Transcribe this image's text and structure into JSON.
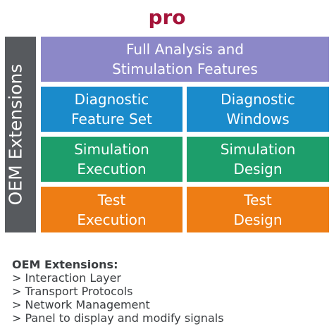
{
  "title": "pro",
  "sidebar_label": "OEM Extensions",
  "colors": {
    "title": "#a5143a",
    "sidebar": "#575a5e",
    "analysis": "#8c88c8",
    "diagnostic": "#1a8bcb",
    "simulation": "#1d9e6b",
    "test": "#ee7d14",
    "text_dark": "#3a3d40"
  },
  "blocks": {
    "top": "Full Analysis and\nStimulation Features",
    "diag_left": "Diagnostic\nFeature Set",
    "diag_right": "Diagnostic\nWindows",
    "sim_left": "Simulation\nExecution",
    "sim_right": "Simulation\nDesign",
    "test_left": "Test\nExecution",
    "test_right": "Test\nDesign"
  },
  "notes": {
    "heading": "OEM Extensions:",
    "items": [
      "> Interaction Layer",
      "> Transport Protocols",
      "> Network Management",
      "> Panel to display and modify signals"
    ]
  }
}
